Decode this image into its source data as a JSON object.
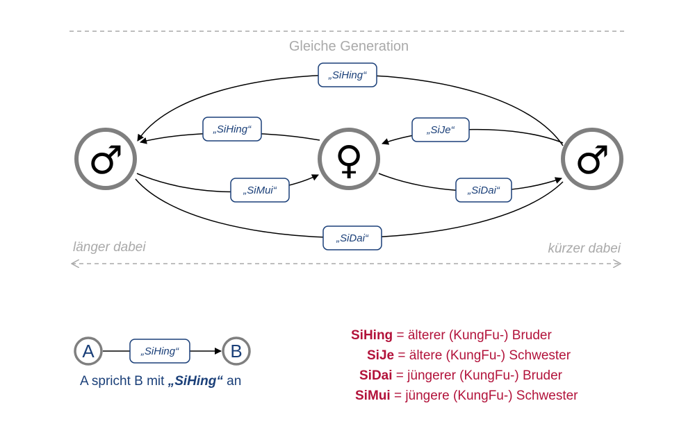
{
  "top_label": "Gleiche Generation",
  "axis": {
    "left": "länger dabei",
    "right": "kürzer dabei"
  },
  "nodes": {
    "left": {
      "symbol": "♂"
    },
    "center": {
      "symbol": "♀"
    },
    "right": {
      "symbol": "♂"
    }
  },
  "edges": {
    "right_to_left_top": "„SiHing“",
    "center_to_left": "„SiHing“",
    "right_to_center": "„SiJe“",
    "left_to_center": "„SiMui“",
    "center_to_right": "„SiDai“",
    "left_to_right_bottom": "„SiDai“"
  },
  "example": {
    "node_a": "A",
    "node_b": "B",
    "edge_label": "„SiHing“",
    "caption_before": "A spricht B mit ",
    "caption_term": "„SiHing“",
    "caption_after": " an"
  },
  "legend": [
    {
      "term": "SiHing",
      "definition": " = älterer (KungFu-) Bruder"
    },
    {
      "term": "SiJe",
      "definition": " = ältere (KungFu-) Schwester"
    },
    {
      "term": "SiDai",
      "definition": " = jüngerer (KungFu-) Bruder"
    },
    {
      "term": "SiMui",
      "definition": " = jüngere (KungFu-) Schwester"
    }
  ],
  "colors": {
    "label_blue": "#1a3f78",
    "legend_red": "#b2123a",
    "guide_gray": "#a9a9a9",
    "node_ring": "#7f7f7f"
  }
}
